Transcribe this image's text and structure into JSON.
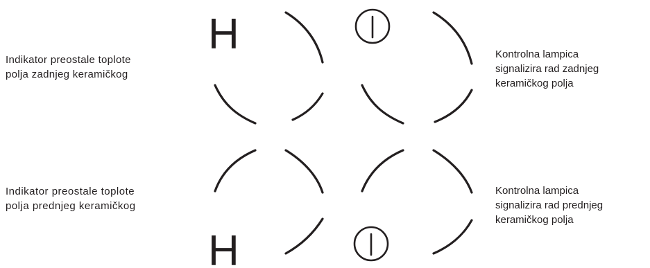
{
  "labels": {
    "rear_heat": {
      "line1": "Indikator preostale toplote",
      "line2": "polja zadnjeg keramičkog"
    },
    "front_heat": {
      "line1": "Indikator preostale toplote",
      "line2": "polja prednjeg keramičkog"
    },
    "rear_lamp": {
      "line1": "Kontrolna lampica",
      "line2": "signalizira rad zadnjeg",
      "line3": "keramičkog polja"
    },
    "front_lamp": {
      "line1": "Kontrolna lampica",
      "line2": "signalizira rad prednjeg",
      "line3": "keramičkog polja"
    }
  },
  "symbols": {
    "heat_indicator_letter": "H",
    "power_icon": "power-icon"
  }
}
